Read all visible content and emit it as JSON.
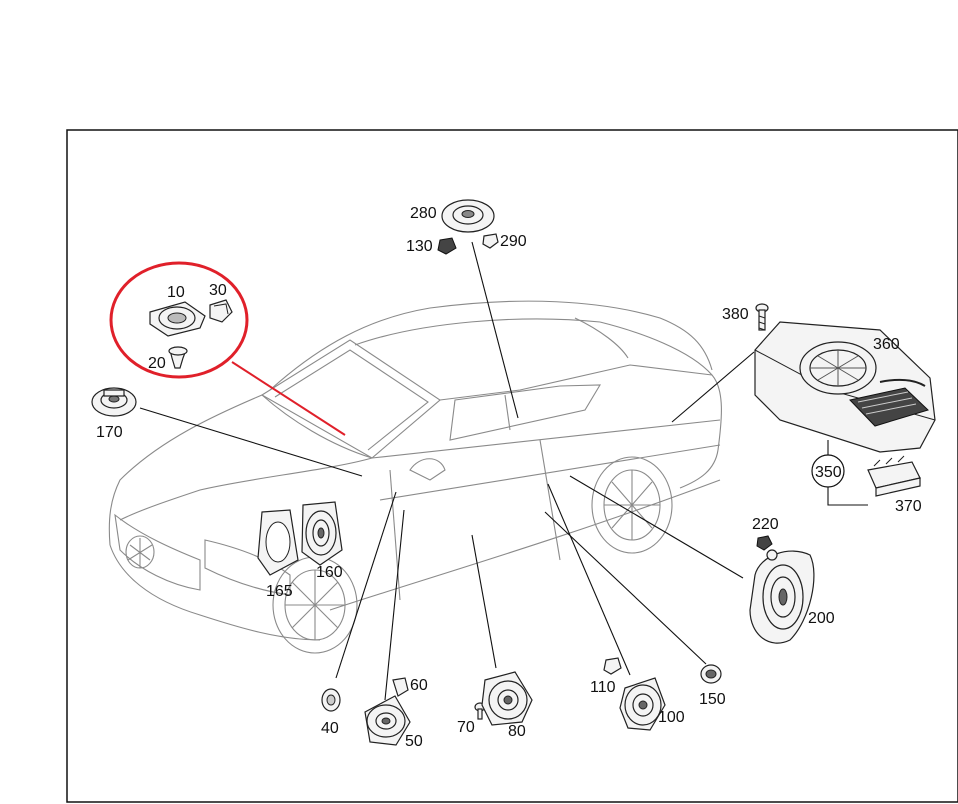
{
  "diagram": {
    "labels": {
      "p10": "10",
      "p20": "20",
      "p30": "30",
      "p40": "40",
      "p50": "50",
      "p60": "60",
      "p70": "70",
      "p80": "80",
      "p100": "100",
      "p110": "110",
      "p130": "130",
      "p150": "150",
      "p160": "160",
      "p165": "165",
      "p170": "170",
      "p200": "200",
      "p220": "220",
      "p280": "280",
      "p290": "290",
      "p350": "350",
      "p360": "360",
      "p370": "370",
      "p380": "380"
    },
    "colors": {
      "highlight": "#e0202a",
      "frame": "#111111",
      "car_outline": "#8a8a8a"
    }
  }
}
